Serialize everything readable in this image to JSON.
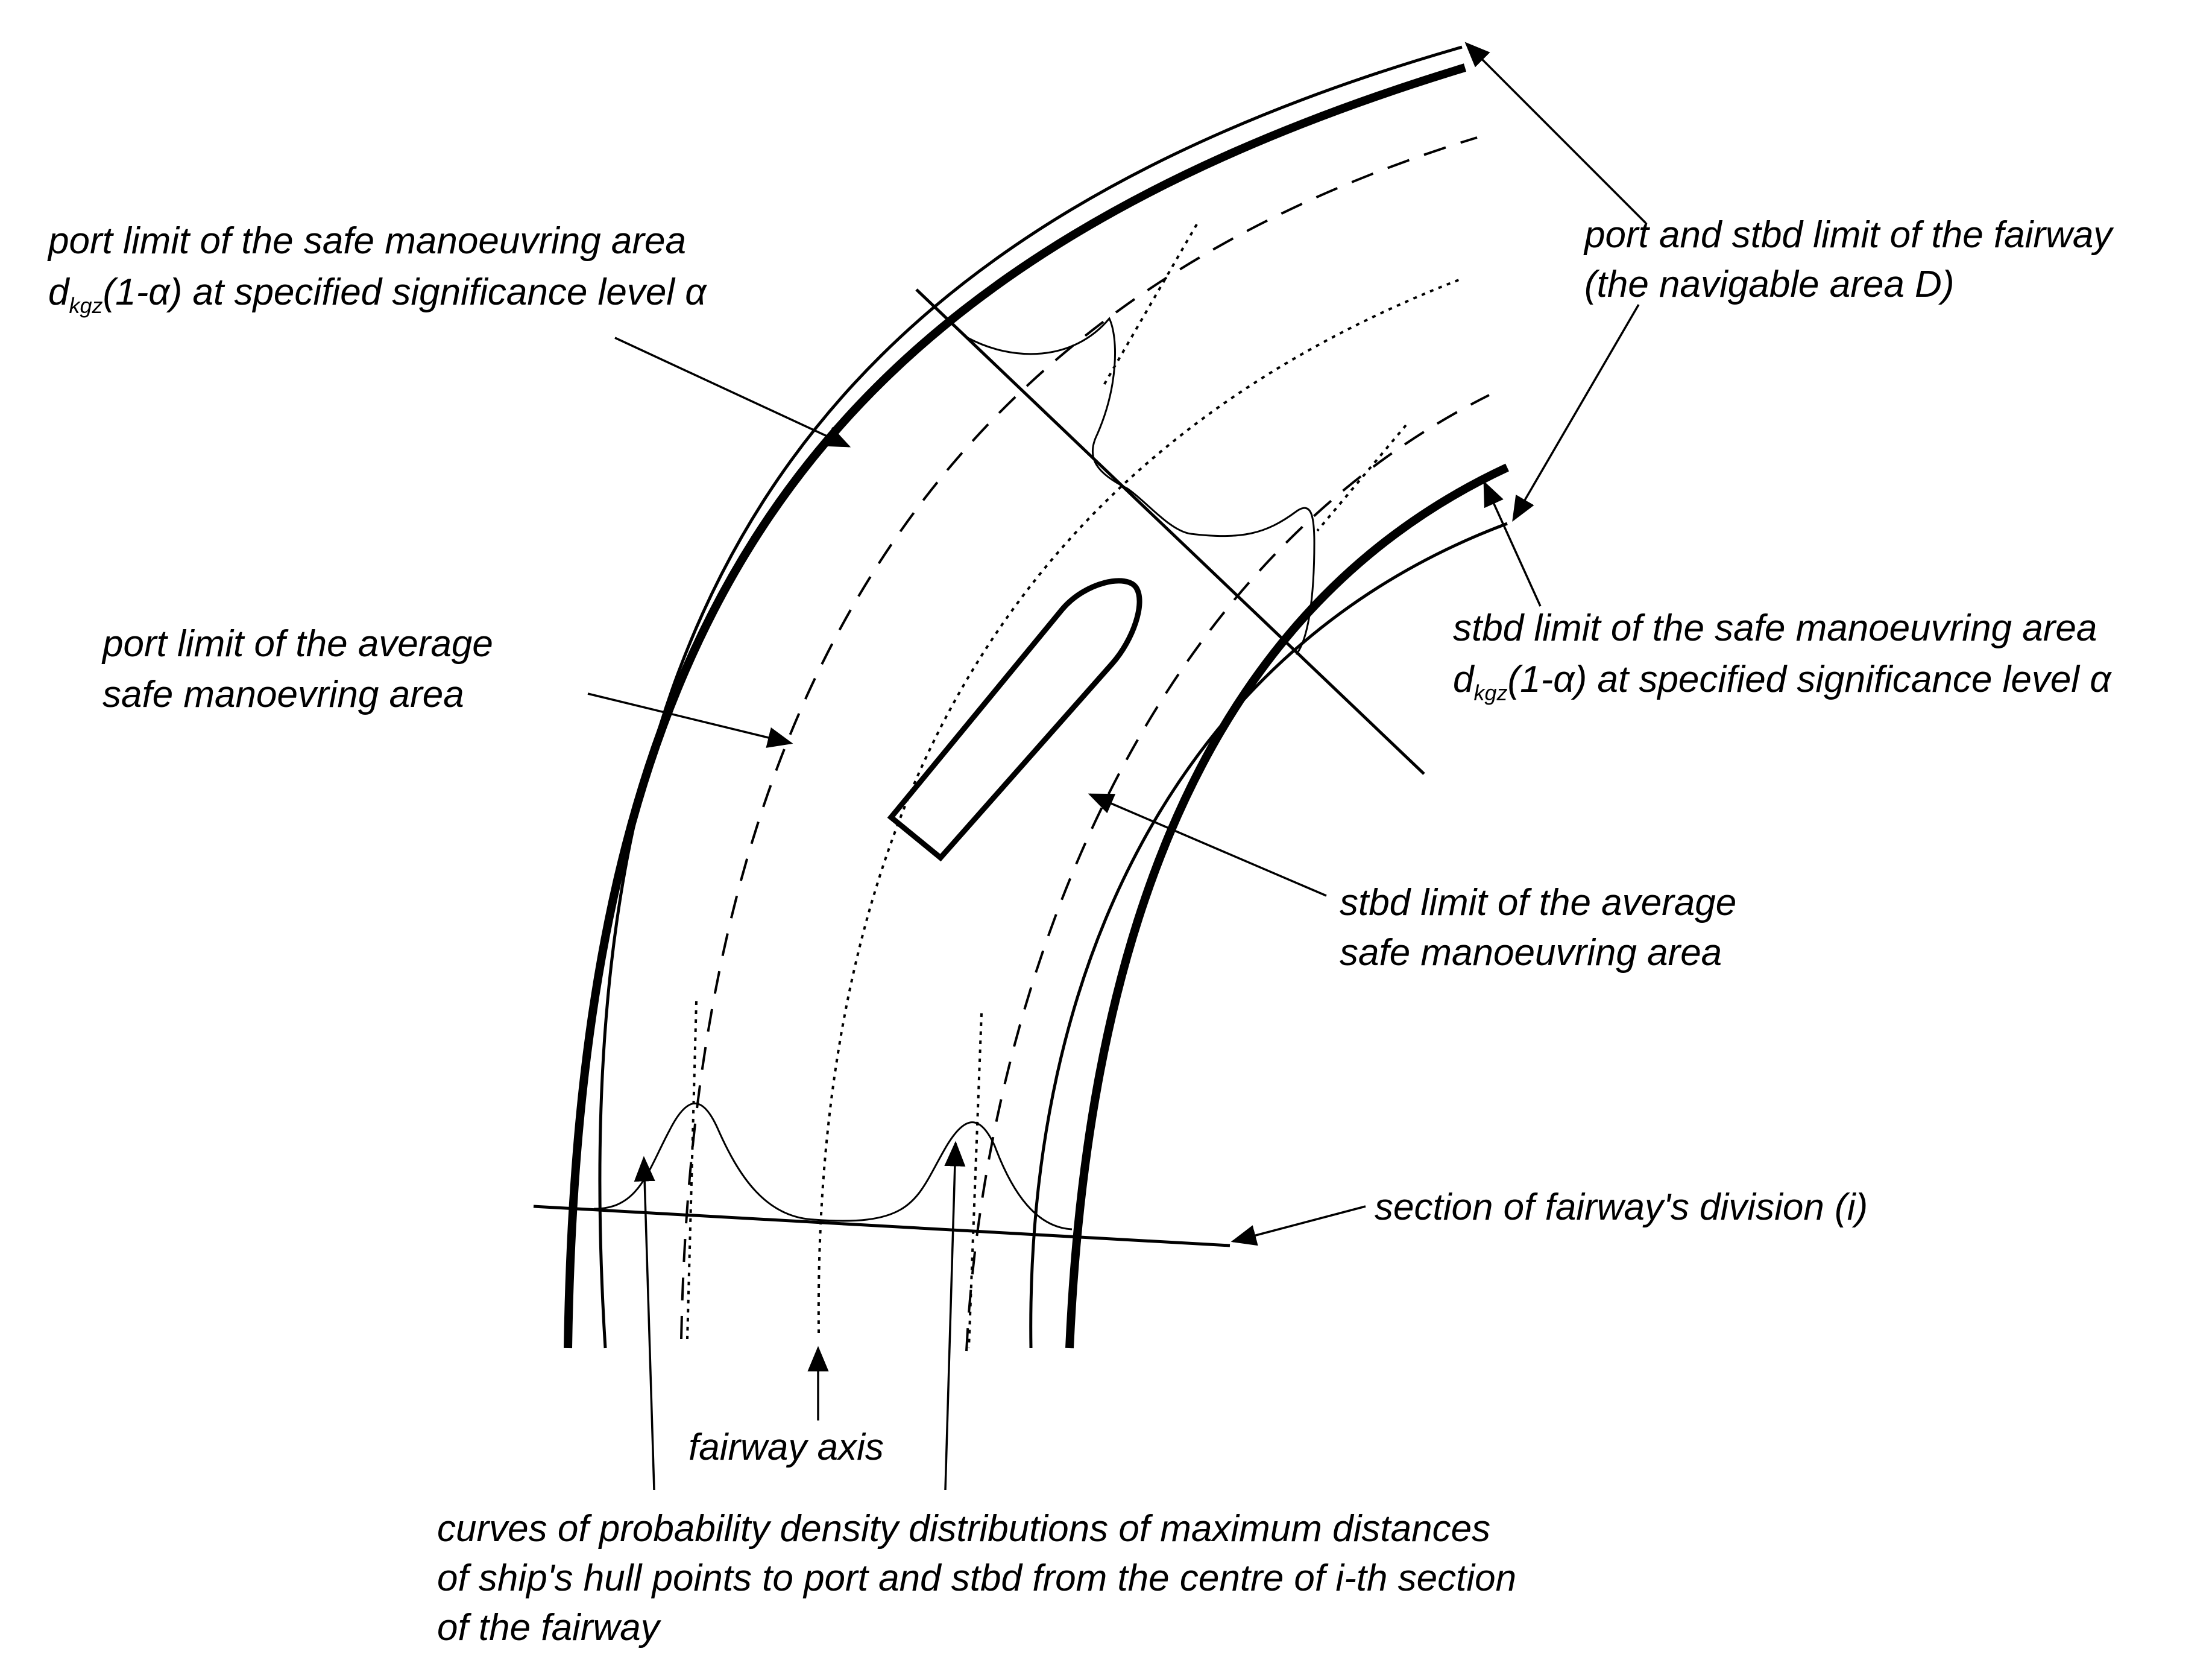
{
  "labels": {
    "port_safe_line1": "port limit of the safe manoeuvring area",
    "port_safe_d": "d",
    "port_safe_sub": "kgz",
    "port_safe_rest": "(1-α) at specified significance level α",
    "fairway_limit_line1": "port and stbd limit of the fairway",
    "fairway_limit_line2": "(the navigable area D)",
    "port_avg_line1": "port limit of the average",
    "port_avg_line2": "safe manoevring area",
    "stbd_safe_line1": "stbd limit of the safe manoeuvring area",
    "stbd_safe_d": "d",
    "stbd_safe_sub": "kgz",
    "stbd_safe_rest": "(1-α) at specified significance level α",
    "stbd_avg_line1": "stbd limit of the average",
    "stbd_avg_line2": "safe manoeuvring area",
    "section": "section of fairway's division (i)",
    "axis": "fairway axis",
    "curves_line1": "curves of probability density distributions of maximum distances",
    "curves_line2": "of ship's hull points to port and stbd from the centre of i-th section",
    "curves_line3": "of the fairway"
  }
}
